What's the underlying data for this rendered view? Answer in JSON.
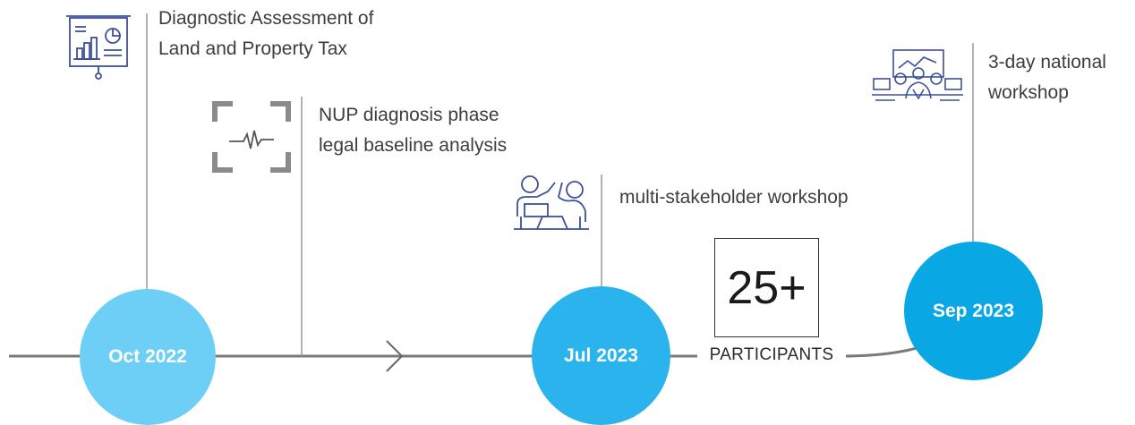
{
  "milestones": [
    {
      "date": "Oct 2022",
      "description_lines": [
        "Diagnostic Assessment of",
        "Land and Property Tax"
      ],
      "icon": "presentation-chart-icon"
    },
    {
      "date": "",
      "description_lines": [
        "NUP diagnosis phase",
        "legal baseline analysis"
      ],
      "icon": "scan-pulse-icon"
    },
    {
      "date": "Jul 2023",
      "description_lines": [
        "multi-stakeholder workshop"
      ],
      "icon": "discussion-people-icon"
    },
    {
      "date": "Sep 2023",
      "description_lines": [
        "3-day national",
        "workshop"
      ],
      "icon": "training-room-icon"
    }
  ],
  "stat": {
    "value": "25+",
    "label": "PARTICIPANTS"
  },
  "colors": {
    "circle_light": "#6ecff6",
    "circle_mid": "#2ab3ec",
    "circle_dark": "#0aa7e5",
    "line": "#7a7a7a",
    "icon": "#3b4fa0",
    "marker": "#999999"
  }
}
